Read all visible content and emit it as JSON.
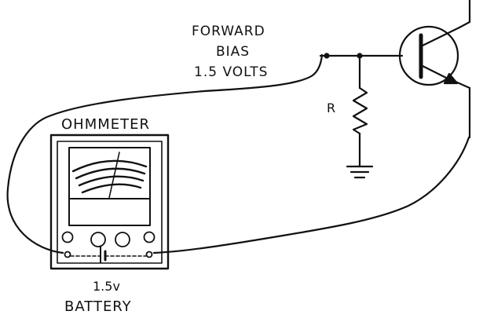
{
  "labels": {
    "bias_line1": "FORWARD",
    "bias_line2": "BIAS",
    "bias_line3": "1.5 VOLTS",
    "meter": "OHMMETER",
    "resistor": "R",
    "battery_voltage": "1.5v",
    "battery": "BATTERY"
  }
}
